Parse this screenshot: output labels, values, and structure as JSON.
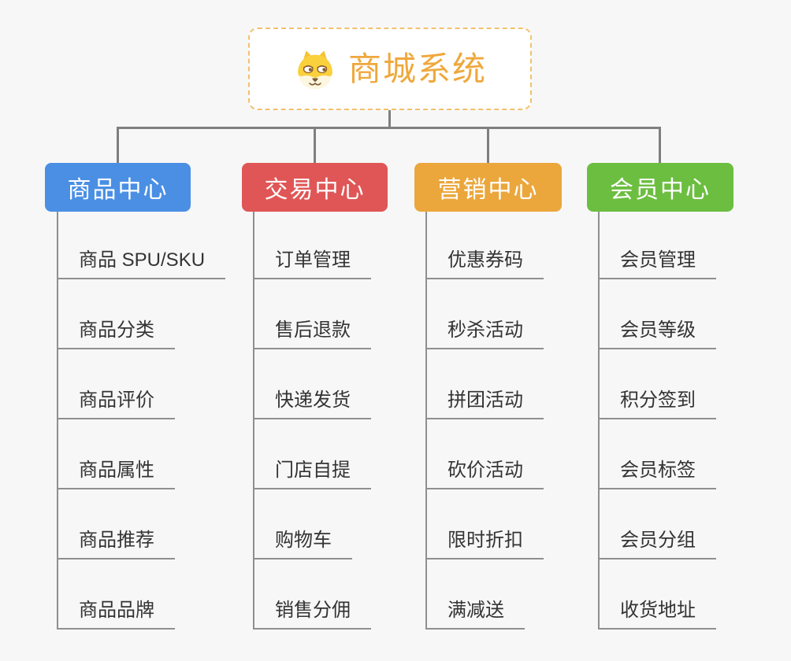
{
  "root": {
    "title": "商城系统",
    "icon": "dog-face-icon",
    "title_color": "#EFA83C",
    "border_color": "#F3C06C"
  },
  "connector_color": "#7F7F7F",
  "branches": [
    {
      "label": "商品中心",
      "color": "#4A8FE4",
      "items": [
        "商品 SPU/SKU",
        "商品分类",
        "商品评价",
        "商品属性",
        "商品推荐",
        "商品品牌"
      ]
    },
    {
      "label": "交易中心",
      "color": "#E05656",
      "items": [
        "订单管理",
        "售后退款",
        "快递发货",
        "门店自提",
        "购物车",
        "销售分佣"
      ]
    },
    {
      "label": "营销中心",
      "color": "#EBA73C",
      "items": [
        "优惠券码",
        "秒杀活动",
        "拼团活动",
        "砍价活动",
        "限时折扣",
        "满减送"
      ]
    },
    {
      "label": "会员中心",
      "color": "#6CBE40",
      "items": [
        "会员管理",
        "会员等级",
        "积分签到",
        "会员标签",
        "会员分组",
        "收货地址"
      ]
    }
  ]
}
